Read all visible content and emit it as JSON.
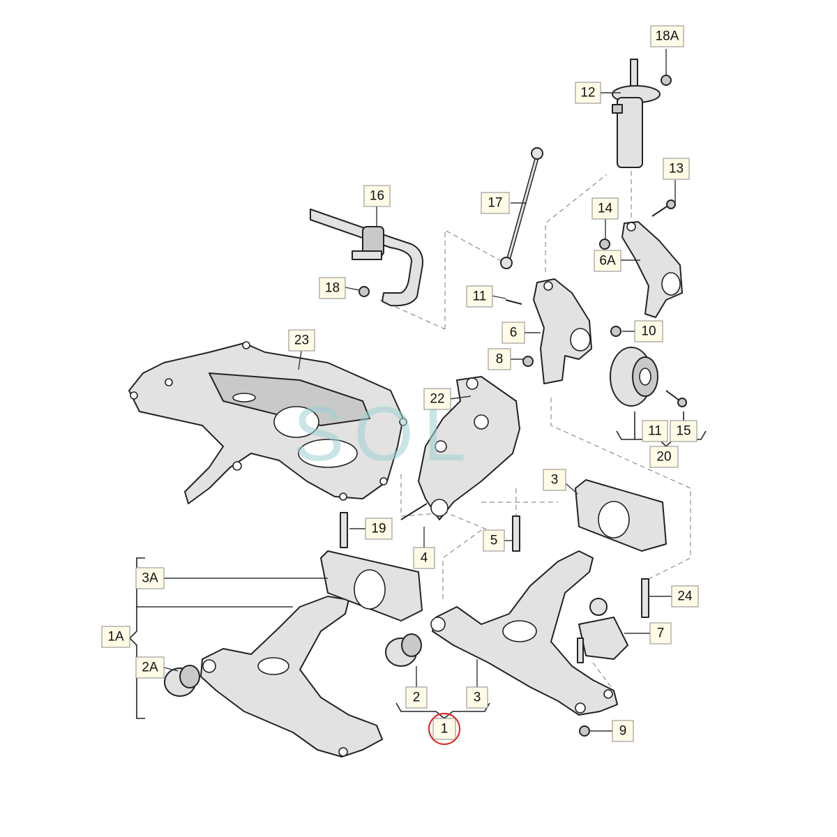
{
  "diagram": {
    "watermark": "SOL",
    "highlight_color": "#e0201b",
    "label_fill": "#fffbe6",
    "callouts": [
      {
        "id": "c-18A",
        "text": "18A"
      },
      {
        "id": "c-12",
        "text": "12"
      },
      {
        "id": "c-13",
        "text": "13"
      },
      {
        "id": "c-16",
        "text": "16"
      },
      {
        "id": "c-17",
        "text": "17"
      },
      {
        "id": "c-14",
        "text": "14"
      },
      {
        "id": "c-6A",
        "text": "6A"
      },
      {
        "id": "c-18",
        "text": "18"
      },
      {
        "id": "c-11a",
        "text": "11"
      },
      {
        "id": "c-10",
        "text": "10"
      },
      {
        "id": "c-6",
        "text": "6"
      },
      {
        "id": "c-23",
        "text": "23"
      },
      {
        "id": "c-8",
        "text": "8"
      },
      {
        "id": "c-22",
        "text": "22"
      },
      {
        "id": "c-11b",
        "text": "11"
      },
      {
        "id": "c-15",
        "text": "15"
      },
      {
        "id": "c-20",
        "text": "20"
      },
      {
        "id": "c-3a",
        "text": "3"
      },
      {
        "id": "c-19",
        "text": "19"
      },
      {
        "id": "c-5",
        "text": "5"
      },
      {
        "id": "c-4",
        "text": "4"
      },
      {
        "id": "c-3A",
        "text": "3A"
      },
      {
        "id": "c-24",
        "text": "24"
      },
      {
        "id": "c-1A",
        "text": "1A"
      },
      {
        "id": "c-7",
        "text": "7"
      },
      {
        "id": "c-2A",
        "text": "2A"
      },
      {
        "id": "c-2",
        "text": "2"
      },
      {
        "id": "c-3b",
        "text": "3"
      },
      {
        "id": "c-9",
        "text": "9"
      },
      {
        "id": "c-1",
        "text": "1"
      }
    ]
  }
}
